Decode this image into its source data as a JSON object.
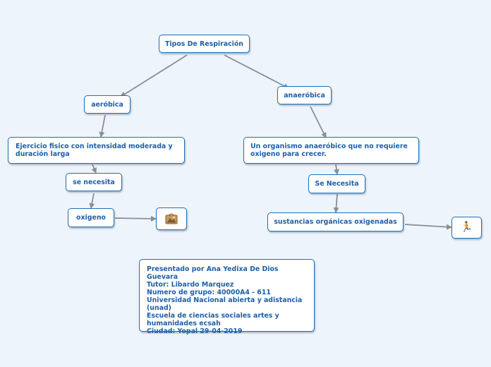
{
  "diagram": {
    "root": {
      "label": "Tipos De Respiración"
    },
    "aerobic": {
      "label": "aeróbica",
      "description": "Ejercicio fisico con intensidad moderada y duración larga",
      "connector": "se necesita",
      "requirement": "oxigeno",
      "image_icon": "mountain-picture-icon"
    },
    "anaerobic": {
      "label": "anaeróbica",
      "description": "Un organismo anaeróbico que no requiere oxigeno para crecer.",
      "connector": "Se Necesita",
      "requirement": "sustancias orgánicas oxigenadas",
      "image_icon": "runner-icon"
    },
    "credits": [
      "Presentado por Ana Yedixa De Dios Guevara",
      "Tutor: Libardo Marquez",
      "Numero de grupo: 40000A4 - 611",
      "Universidad Nacional abierta y adistancia (unad)",
      "Escuela de ciencias sociales artes y humanidades ecsah",
      "Ciudad: Yopal  29-04-2019"
    ]
  },
  "colors": {
    "background": "#eef4fb",
    "node_border": "#1f6fb5",
    "node_text": "#1d5fa8",
    "connector": "#8a8f96"
  }
}
